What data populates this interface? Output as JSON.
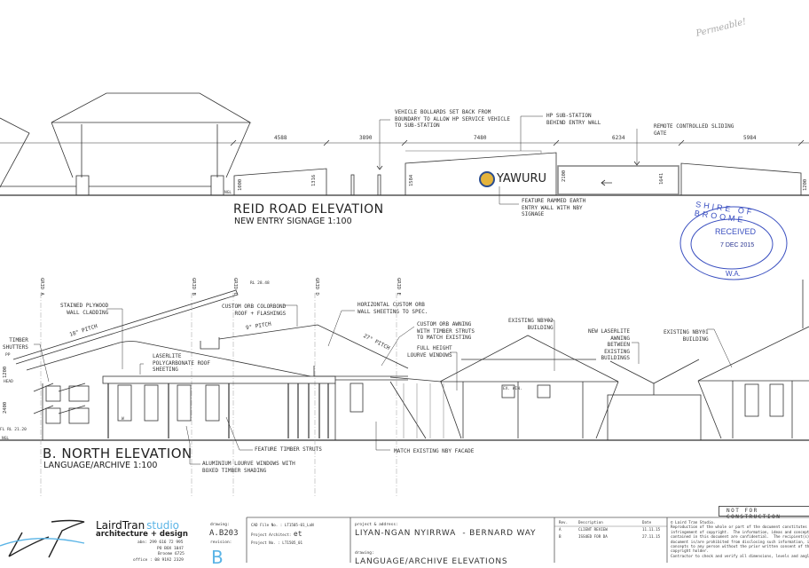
{
  "handwritten_note": "Permeable!",
  "reid_road": {
    "title": "REID ROAD ELEVATION",
    "subtitle": "NEW ENTRY SIGNAGE 1:100",
    "dimensions": [
      "4588",
      "3890",
      "7480",
      "6234",
      "5984"
    ],
    "heights": [
      "1000",
      "1316",
      "1584",
      "2100",
      "1641",
      "1200"
    ],
    "ngl": "NGL",
    "signage_text": "YAWURU",
    "notes": {
      "bollards": "VEHICLE BOLLARDS SET BACK FROM\nBOUNDARY TO ALLOW HP SERVICE VEHICLE\nTO SUB-STATION",
      "substation": "HP SUB-STATION\nBEHIND ENTRY WALL",
      "gate": "REMOTE CONTROLLED SLIDING\nGATE",
      "feature_wall": "FEATURE RAMMED EARTH\nENTRY WALL WITH NBY\nSIGNAGE"
    }
  },
  "stamp": {
    "org": "SHIRE OF BROOME",
    "status": "RECEIVED",
    "date": "7 DEC 2015",
    "state": "W.A."
  },
  "north": {
    "title": "B. NORTH ELEVATION",
    "subtitle": "LANGUAGE/ARCHIVE 1:100",
    "grids": [
      "GRID A",
      "GRID B",
      "GRID C",
      "GRID D",
      "GRID E"
    ],
    "rl": "RL 28.48",
    "fl": "FL RL 21.20",
    "pp": "PP",
    "head": "HEAD",
    "ngl": "NGL",
    "heights": [
      "1200",
      "2400"
    ],
    "pitches": [
      "18° PITCH",
      "9° PITCH",
      "27° PITCH"
    ],
    "window_marks": [
      "W",
      "EX. WIN."
    ],
    "notes": {
      "plywood": "STAINED PLYWOOD\nWALL CLADDING",
      "shutters": "TIMBER\nSHUTTERS",
      "colorbond": "CUSTOM ORB COLORBOND\nROOF + FLASHINGS",
      "laserlite": "LASERLITE\nPOLYCARBONATE ROOF\nSHEETING",
      "horizontal": "HORIZONTAL CUSTOM ORB\nWALL SHEETING TO SPEC.",
      "awning": "CUSTOM ORB AWNING\nWITH TIMBER STRUTS\nTO MATCH EXISTING",
      "louvre_full": "FULL HEIGHT\nLOURVE WINDOWS",
      "nby02": "EXISTING NBY02\nBUILDING",
      "new_awning": "NEW LASERLITE\nAWNING\nBETWEEN\nEXISTING\nBUILDINGS",
      "nby01": "EXISTING NBY01\nBUILDING",
      "struts": "FEATURE TIMBER STRUTS",
      "louvres": "ALUMINIUM LOURVE WINDOWS WITH\nBOXED TIMBER SHADING",
      "facade": "MATCH EXISTING NBY FACADE"
    }
  },
  "title_block": {
    "not_for_construction": "NOT FOR CONSTRUCTION",
    "company_name_1": "LairdTran",
    "company_name_2": "studio",
    "company_tagline": "architecture + design",
    "abn": "abn: 299 616 72 995",
    "po_box": "PO BOX 1047",
    "town": "Broome 6725",
    "office": "office : 08 9192 2329",
    "drawing_label": "drawing:",
    "drawing_number": "A.B203",
    "revision_label": "revision:",
    "revision": "B",
    "cad_file": "CAD File No. : LT1505-01_LaN",
    "project_architect_label": "Project Architect:",
    "project_architect": "et",
    "project_no": "Project No. : LT1505_01",
    "project_label": "project & address:",
    "project_name": "LIYAN-NGAN NYIRRWA  - BERNARD WAY",
    "drawing_title_label": "drawing:",
    "drawing_title": "LANGUAGE/ARCHIVE ELEVATIONS",
    "revisions_header": [
      "Rev.",
      "Description",
      "Date"
    ],
    "revisions": [
      [
        "A",
        "CLIENT REVIEW",
        "11.11.15"
      ],
      [
        "B",
        "ISSUED FOR DA",
        "27.11.15"
      ]
    ],
    "copyright": "© Laird Tran Studio.\nReproduction of the whole or part of the document constitutes an\ninfringement of copyright.  The information, ideas and concepts\ncontained in this document are confidential.  The recipient(s) of this\ndocument is/are prohibited from disclosing such information, ideas and\nconcepts to any person without the prior written consent of the\ncopyright holder.\nContractor to check and verify all dimensions, levels and angles on site"
  },
  "colors": {
    "line": "#333333",
    "stamp": "#3a4fc0",
    "logo_blue": "#5ab4e6"
  }
}
